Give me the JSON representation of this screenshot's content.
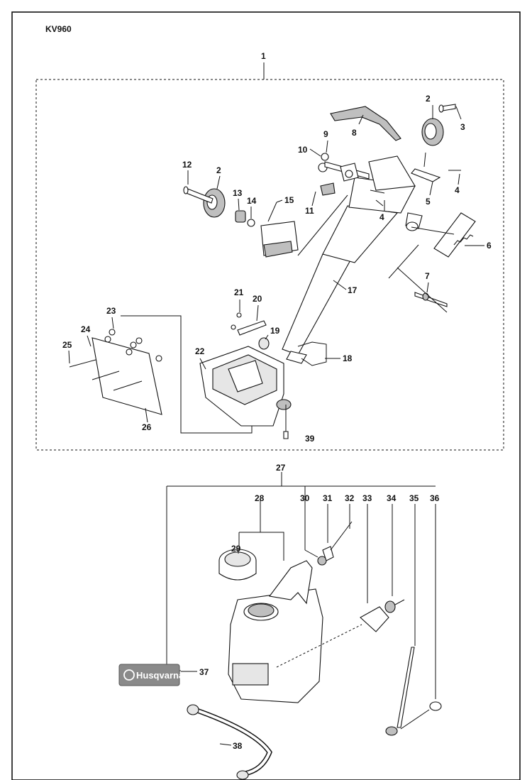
{
  "model": "KV960",
  "labels": {
    "p1": "1",
    "p2a": "2",
    "p2b": "2",
    "p3": "3",
    "p4a": "4",
    "p4b": "4",
    "p5": "5",
    "p6": "6",
    "p7": "7",
    "p8": "8",
    "p9": "9",
    "p10": "10",
    "p11": "11",
    "p12": "12",
    "p13": "13",
    "p14": "14",
    "p15": "15",
    "p17": "17",
    "p18": "18",
    "p19": "19",
    "p20": "20",
    "p21": "21",
    "p22": "22",
    "p23": "23",
    "p24": "24",
    "p25": "25",
    "p26": "26",
    "p27": "27",
    "p28": "28",
    "p29": "29",
    "p30": "30",
    "p31": "31",
    "p32": "32",
    "p33": "33",
    "p34": "34",
    "p35": "35",
    "p36": "36",
    "p37": "37",
    "p38": "38",
    "p39": "39"
  },
  "logo": {
    "text": "Husqvarna",
    "icon": "husqvarna-crown-icon"
  }
}
